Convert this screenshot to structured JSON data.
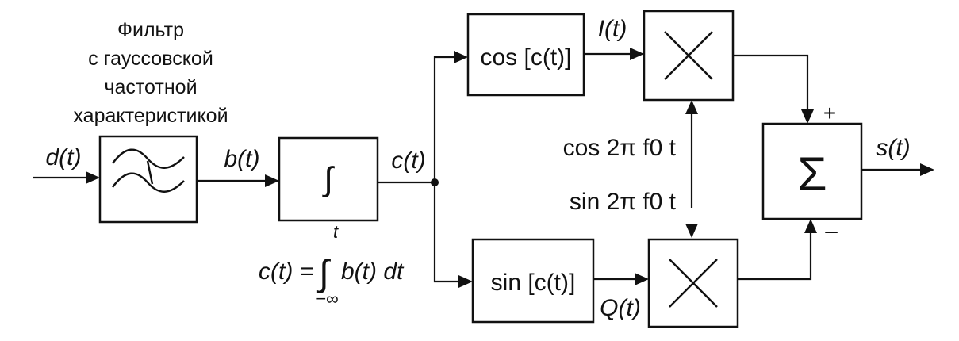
{
  "filter_title_lines": [
    "Фильтр",
    "с гауссовской",
    "частотной",
    "характеристикой"
  ],
  "signals": {
    "input": "d(t)",
    "filter_out": "b(t)",
    "integrator_out": "c(t)",
    "inphase": "I(t)",
    "quadrature": "Q(t)",
    "output": "s(t)"
  },
  "blocks": {
    "filter_icon": "gaussian-filter-icon",
    "integrator_symbol": "∫",
    "cos_block": "cos [c(t)]",
    "sin_block": "sin [c(t)]",
    "multiplier_icon": "multiplier-x-icon",
    "summer_symbol": "Σ"
  },
  "carriers": {
    "cos": "cos 2π f0 t",
    "sin": "sin 2π f0 t"
  },
  "summer_signs": {
    "plus": "+",
    "minus": "–"
  },
  "formula": {
    "lhs": "c(t) =",
    "integral": "∫",
    "upper_limit": "t",
    "lower_limit": "−∞",
    "integrand": "b(t) dt"
  }
}
